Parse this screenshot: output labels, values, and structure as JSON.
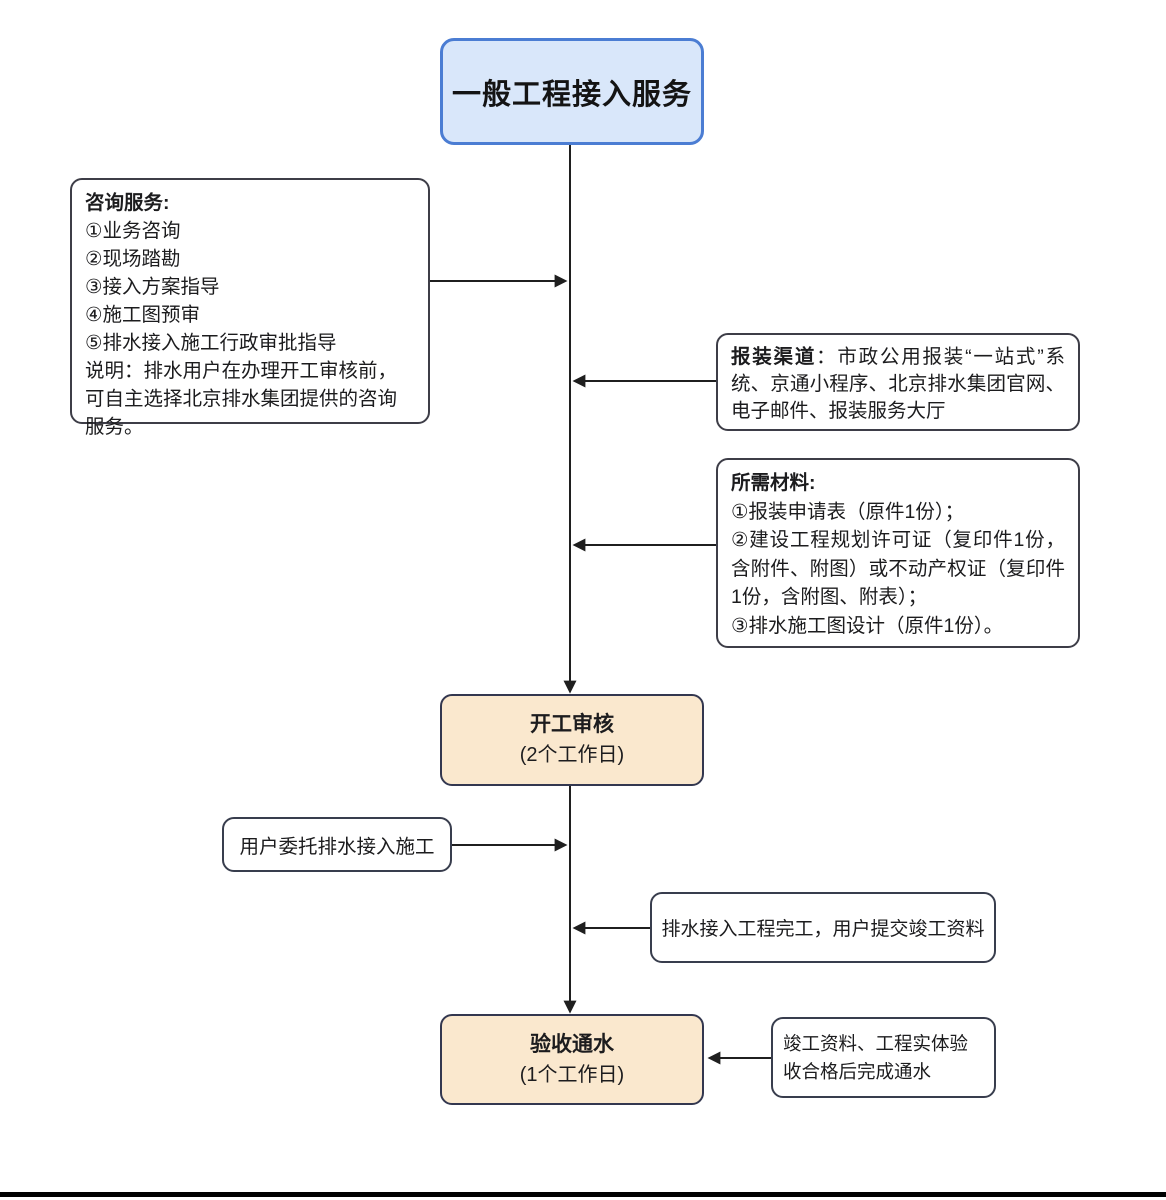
{
  "title": "一般工程接入服务",
  "consult": {
    "heading": "咨询服务:",
    "lines": [
      "①业务咨询",
      "②现场踏勘",
      "③接入方案指导",
      "④施工图预审",
      "⑤排水接入施工行政审批指导",
      "说明：排水用户在办理开工审核前，可自主选择北京排水集团提供的咨询服务。"
    ]
  },
  "channels": {
    "heading": "报装渠道",
    "text": "：市政公用报装“一站式”系统、京通小程序、北京排水集团官网、电子邮件、报装服务大厅"
  },
  "materials": {
    "heading": "所需材料:",
    "lines": [
      "①报装申请表（原件1份）；",
      "②建设工程规划许可证（复印件1份，含附件、附图）或不动产权证（复印件1份，含附图、附表）；",
      "③排水施工图设计（原件1份）。"
    ]
  },
  "start_review": {
    "name": "开工审核",
    "duration": "(2个工作日)"
  },
  "entrust": {
    "label": "用户委托排水接入施工"
  },
  "completion": {
    "label": "排水接入工程完工，用户提交竣工资料"
  },
  "acceptance": {
    "name": "验收通水",
    "duration": "(1个工作日)"
  },
  "final_note": {
    "label": "竣工资料、工程实体验收合格后完成通水"
  },
  "colors": {
    "title_fill": "#d9e7fa",
    "title_border": "#4b7dd3",
    "process_fill": "#fae8ce",
    "process_border": "#33374f",
    "note_border": "#3d3d47",
    "connector": "#1f1f1f"
  }
}
